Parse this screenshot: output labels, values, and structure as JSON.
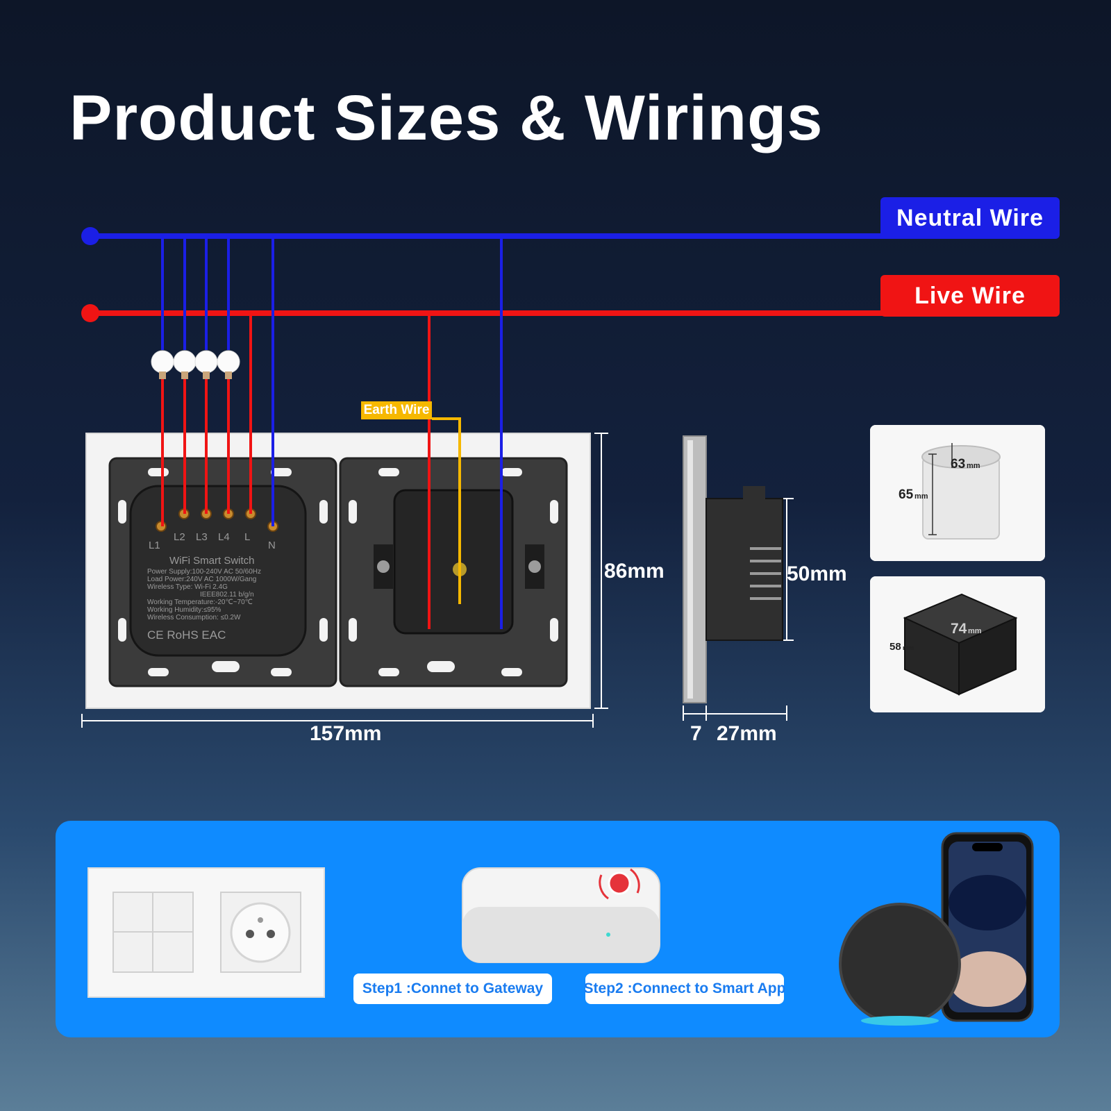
{
  "title": "Product Sizes & Wirings",
  "wires": {
    "neutral_label": "Neutral Wire",
    "live_label": "Live Wire",
    "earth_label": "Earth Wire",
    "colors": {
      "neutral": "#1b1fe6",
      "live": "#f01414",
      "earth": "#f6b800"
    }
  },
  "terminals": [
    "L1",
    "L2",
    "L3",
    "L4",
    "L",
    "N"
  ],
  "module": {
    "name": "WiFi Smart Switch",
    "specs": [
      "Power Supply:100-240V AC 50/60Hz",
      "Load Power:240V AC 1000W/Gang",
      "Wireless Type: Wi-Fi 2.4G",
      "IEEE802.11 b/g/n",
      "Working Temperature:-20℃~70℃",
      "Working Humidity:≤95%",
      "Wireless Consumption: ≤0.2W"
    ],
    "marks": "CE RoHS EAC"
  },
  "dimensions": {
    "width": "157mm",
    "height": "86mm",
    "depth_body": "50mm",
    "plate_thickness": "7",
    "depth": "27mm",
    "round_box_diameter": "63",
    "round_box_depth": "65",
    "square_box_width": "74",
    "square_box_depth": "58",
    "unit": "mm"
  },
  "steps": {
    "step1": "Step1 :Connet to Gateway",
    "step2": "Step2 :Connect to Smart App"
  }
}
